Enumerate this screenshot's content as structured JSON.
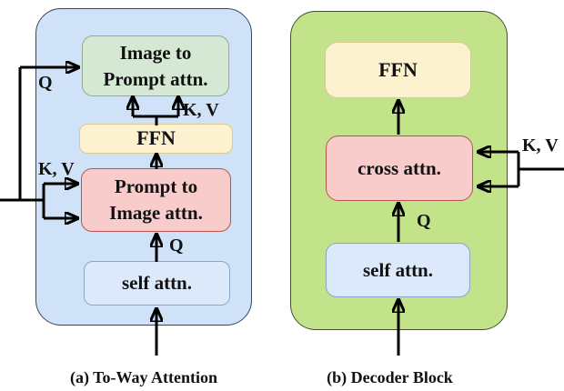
{
  "figure": {
    "panel_a": {
      "caption": "(a) To-Way Attention",
      "image_to_prompt_attn": {
        "line1": "Image to",
        "line2": "Prompt attn."
      },
      "ffn_label": "FFN",
      "prompt_to_image_attn": {
        "line1": "Prompt to",
        "line2": "Image attn."
      },
      "self_attn_label": "self attn.",
      "labels": {
        "q_input": "Q",
        "kv_input": "K, V",
        "kv_fork": "K, V",
        "q_internal": "Q"
      }
    },
    "panel_b": {
      "caption": "(b) Decoder Block",
      "ffn_label": "FFN",
      "cross_attn_label": "cross attn.",
      "self_attn_label": "self attn.",
      "labels": {
        "q_internal": "Q",
        "kv_input": "K, V"
      }
    },
    "colors": {
      "panel_a_fill": "#cfe2f7",
      "panel_a_border": "#3a4657",
      "panel_b_fill": "#c3e38b",
      "panel_b_border": "#474d30",
      "green_box_fill": "#d5e8d4",
      "green_box_border": "#93ad85",
      "ffn_fill": "#fdf2d0",
      "ffn_border": "#ddc88f",
      "red_box_fill": "#f7cccb",
      "red_box_border": "#b85450",
      "blue_box_fill": "#dbe9fb",
      "blue_box_border": "#8aa5c8",
      "arrow_color": "#000000"
    }
  }
}
